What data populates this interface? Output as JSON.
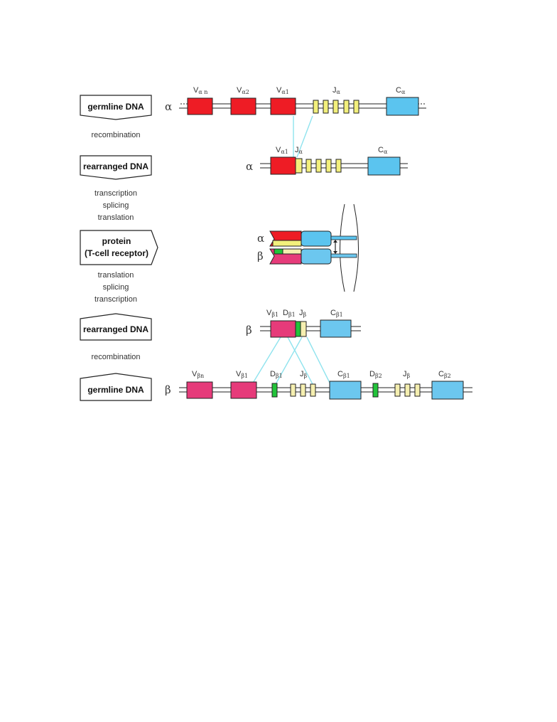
{
  "colors": {
    "v_alpha": "#ee1c25",
    "j_alpha": "#f3f07c",
    "c_alpha": "#5bc4ef",
    "v_beta": "#e63b7a",
    "d_beta": "#22c33a",
    "j_beta": "#f5efb0",
    "c_beta": "#6cc7ef",
    "guide": "#8fe3ee"
  },
  "steps": {
    "germline_alpha": "germline  DNA",
    "rearranged_alpha": "rearranged  DNA",
    "protein_line1": "protein",
    "protein_line2": "(T-cell receptor)",
    "rearranged_beta": "rearranged  DNA",
    "germline_beta": "germline  DNA"
  },
  "processes": {
    "recombination_top": "recombination",
    "transcription_top": "transcription",
    "splicing_top": "splicing",
    "translation_top": "translation",
    "translation_bottom": "translation",
    "splicing_bottom": "splicing",
    "transcription_bottom": "transcription",
    "recombination_bottom": "recombination"
  },
  "chains": {
    "alpha": "α",
    "beta": "β"
  },
  "segments": {
    "germline_alpha": {
      "v_n": {
        "base": "V",
        "sub": "α n"
      },
      "v_2": {
        "base": "V",
        "sub": "α2"
      },
      "v_1": {
        "base": "V",
        "sub": "α1"
      },
      "j": {
        "base": "J",
        "sub": "α"
      },
      "c": {
        "base": "C",
        "sub": "α"
      }
    },
    "rearranged_alpha": {
      "v": {
        "base": "V",
        "sub": "α1"
      },
      "j": {
        "base": "J",
        "sub": "α"
      },
      "c": {
        "base": "C",
        "sub": "α"
      }
    },
    "rearranged_beta": {
      "v": {
        "base": "V",
        "sub": "β1"
      },
      "d": {
        "base": "D",
        "sub": "β1"
      },
      "j": {
        "base": "J",
        "sub": "β"
      },
      "c": {
        "base": "C",
        "sub": "β1"
      }
    },
    "germline_beta": {
      "v_n": {
        "base": "V",
        "sub": "βn"
      },
      "v_1": {
        "base": "V",
        "sub": "β1"
      },
      "d_1": {
        "base": "D",
        "sub": "β1"
      },
      "j_1": {
        "base": "J",
        "sub": "β"
      },
      "c_1": {
        "base": "C",
        "sub": "β1"
      },
      "d_2": {
        "base": "D",
        "sub": "β2"
      },
      "j_2": {
        "base": "J",
        "sub": "β"
      },
      "c_2": {
        "base": "C",
        "sub": "β2"
      }
    }
  }
}
